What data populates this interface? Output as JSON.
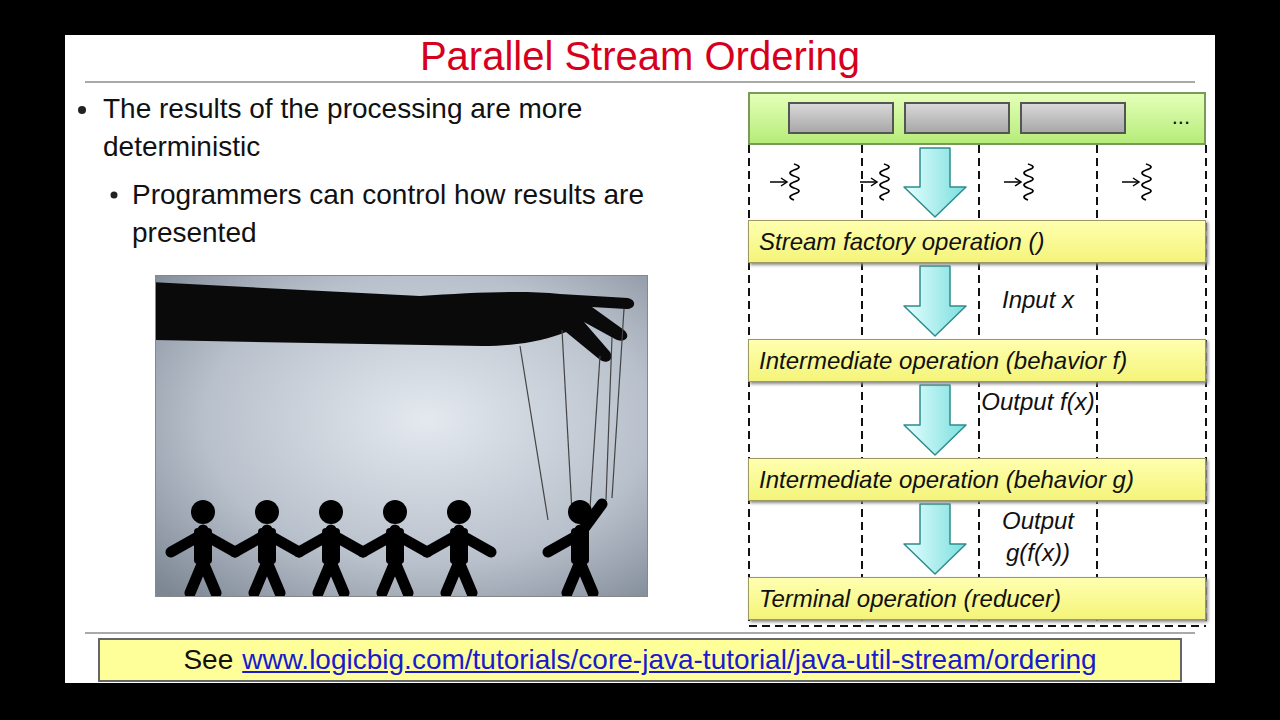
{
  "diagram": {
    "title": "Parallel Stream Ordering",
    "nodes": [
      {
        "text": [
          "..."
        ]
      },
      {
        "text": [
          "Stream factory operation ()"
        ]
      },
      {
        "text": [
          "Intermediate operation (behavior f)"
        ]
      },
      {
        "text": [
          "Intermediate operation (behavior g)"
        ]
      },
      {
        "text": [
          "Terminal operation (reducer)"
        ]
      },
      {
        "text": [
          "See",
          "www.logicbig.com/tutorials/core-java-tutorial/java-util-stream/ordering"
        ]
      }
    ],
    "edges": [
      {
        "from": 0,
        "to": 1,
        "arrow": "to"
      },
      {
        "from": 1,
        "to": 2,
        "arrow": "to"
      },
      {
        "from": 2,
        "to": 3,
        "arrow": "to"
      },
      {
        "from": 3,
        "to": 4,
        "arrow": "to"
      }
    ],
    "labels": [
      "The results of the processing are more deterministic",
      "Programmers can control how results are presented",
      "Input x",
      "Output f(x)",
      "Output g(f(x))"
    ]
  }
}
